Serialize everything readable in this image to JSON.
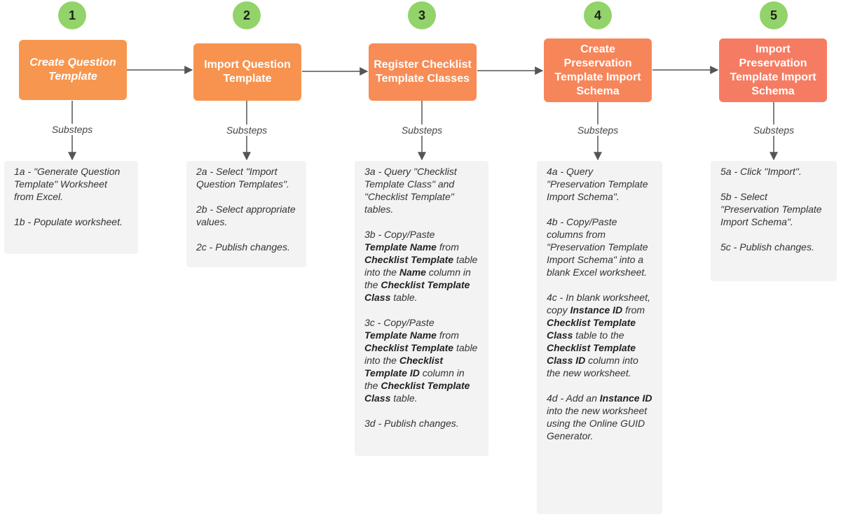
{
  "colors": {
    "circle": "#92d36a",
    "step1": "#f7964e",
    "step2": "#f7934f",
    "step3": "#f78c56",
    "step4": "#f7855a",
    "step5": "#f57c62",
    "panel": "#f3f3f3",
    "connector": "#555555"
  },
  "steps": [
    {
      "number": "1",
      "title": "Create Question Template"
    },
    {
      "number": "2",
      "title": "Import Question Template"
    },
    {
      "number": "3",
      "title": "Register Checklist Template Classes"
    },
    {
      "number": "4",
      "title": "Create Preservation Template Import Schema"
    },
    {
      "number": "5",
      "title": "Import Preservation Template Import Schema"
    }
  ],
  "substeps_label": "Substeps",
  "substeps": {
    "s1": {
      "a": "1a - \"Generate Question Template\" Worksheet from Excel.",
      "b": "1b - Populate worksheet."
    },
    "s2": {
      "a": "2a - Select \"Import Question Templates\".",
      "b": "2b - Select appropriate values.",
      "c": "2c - Publish changes."
    },
    "s3": {
      "a": "3a - Query \"Checklist Template Class\" and \"Checklist Template\" tables.",
      "b_1": "3b - Copy/Paste",
      "b_2": "Template Name",
      "b_3": "from",
      "b_4": "Checklist Template",
      "b_5": "table into the",
      "b_6": "Name",
      "b_7": "column in the",
      "b_8": "Checklist Template Class",
      "b_9": "table.",
      "c_1": "3c - Copy/Paste",
      "c_2": "Template Name",
      "c_3": "from",
      "c_4": "Checklist Template",
      "c_5": "table into the",
      "c_6": "Checklist Template ID",
      "c_7": "column in the",
      "c_8": "Checklist Template Class",
      "c_9": "table.",
      "d": "3d - Publish changes."
    },
    "s4": {
      "a": "4a - Query \"Preservation Template Import Schema\".",
      "b": "4b - Copy/Paste columns from \"Preservation Template Import Schema\" into a blank Excel worksheet.",
      "c_1": "4c - In blank worksheet, copy",
      "c_2": "Instance ID",
      "c_3": "from",
      "c_4": "Checklist Template Class",
      "c_5": "table to the",
      "c_6": "Checklist Template Class ID",
      "c_7": "column into the new worksheet.",
      "d_1": "4d - Add an",
      "d_2": "Instance ID",
      "d_3": "into the new worksheet using the Online GUID Generator."
    },
    "s5": {
      "a": "5a - Click \"Import\".",
      "b": "5b - Select \"Preservation Template Import Schema\".",
      "c": "5c - Publish changes."
    }
  }
}
